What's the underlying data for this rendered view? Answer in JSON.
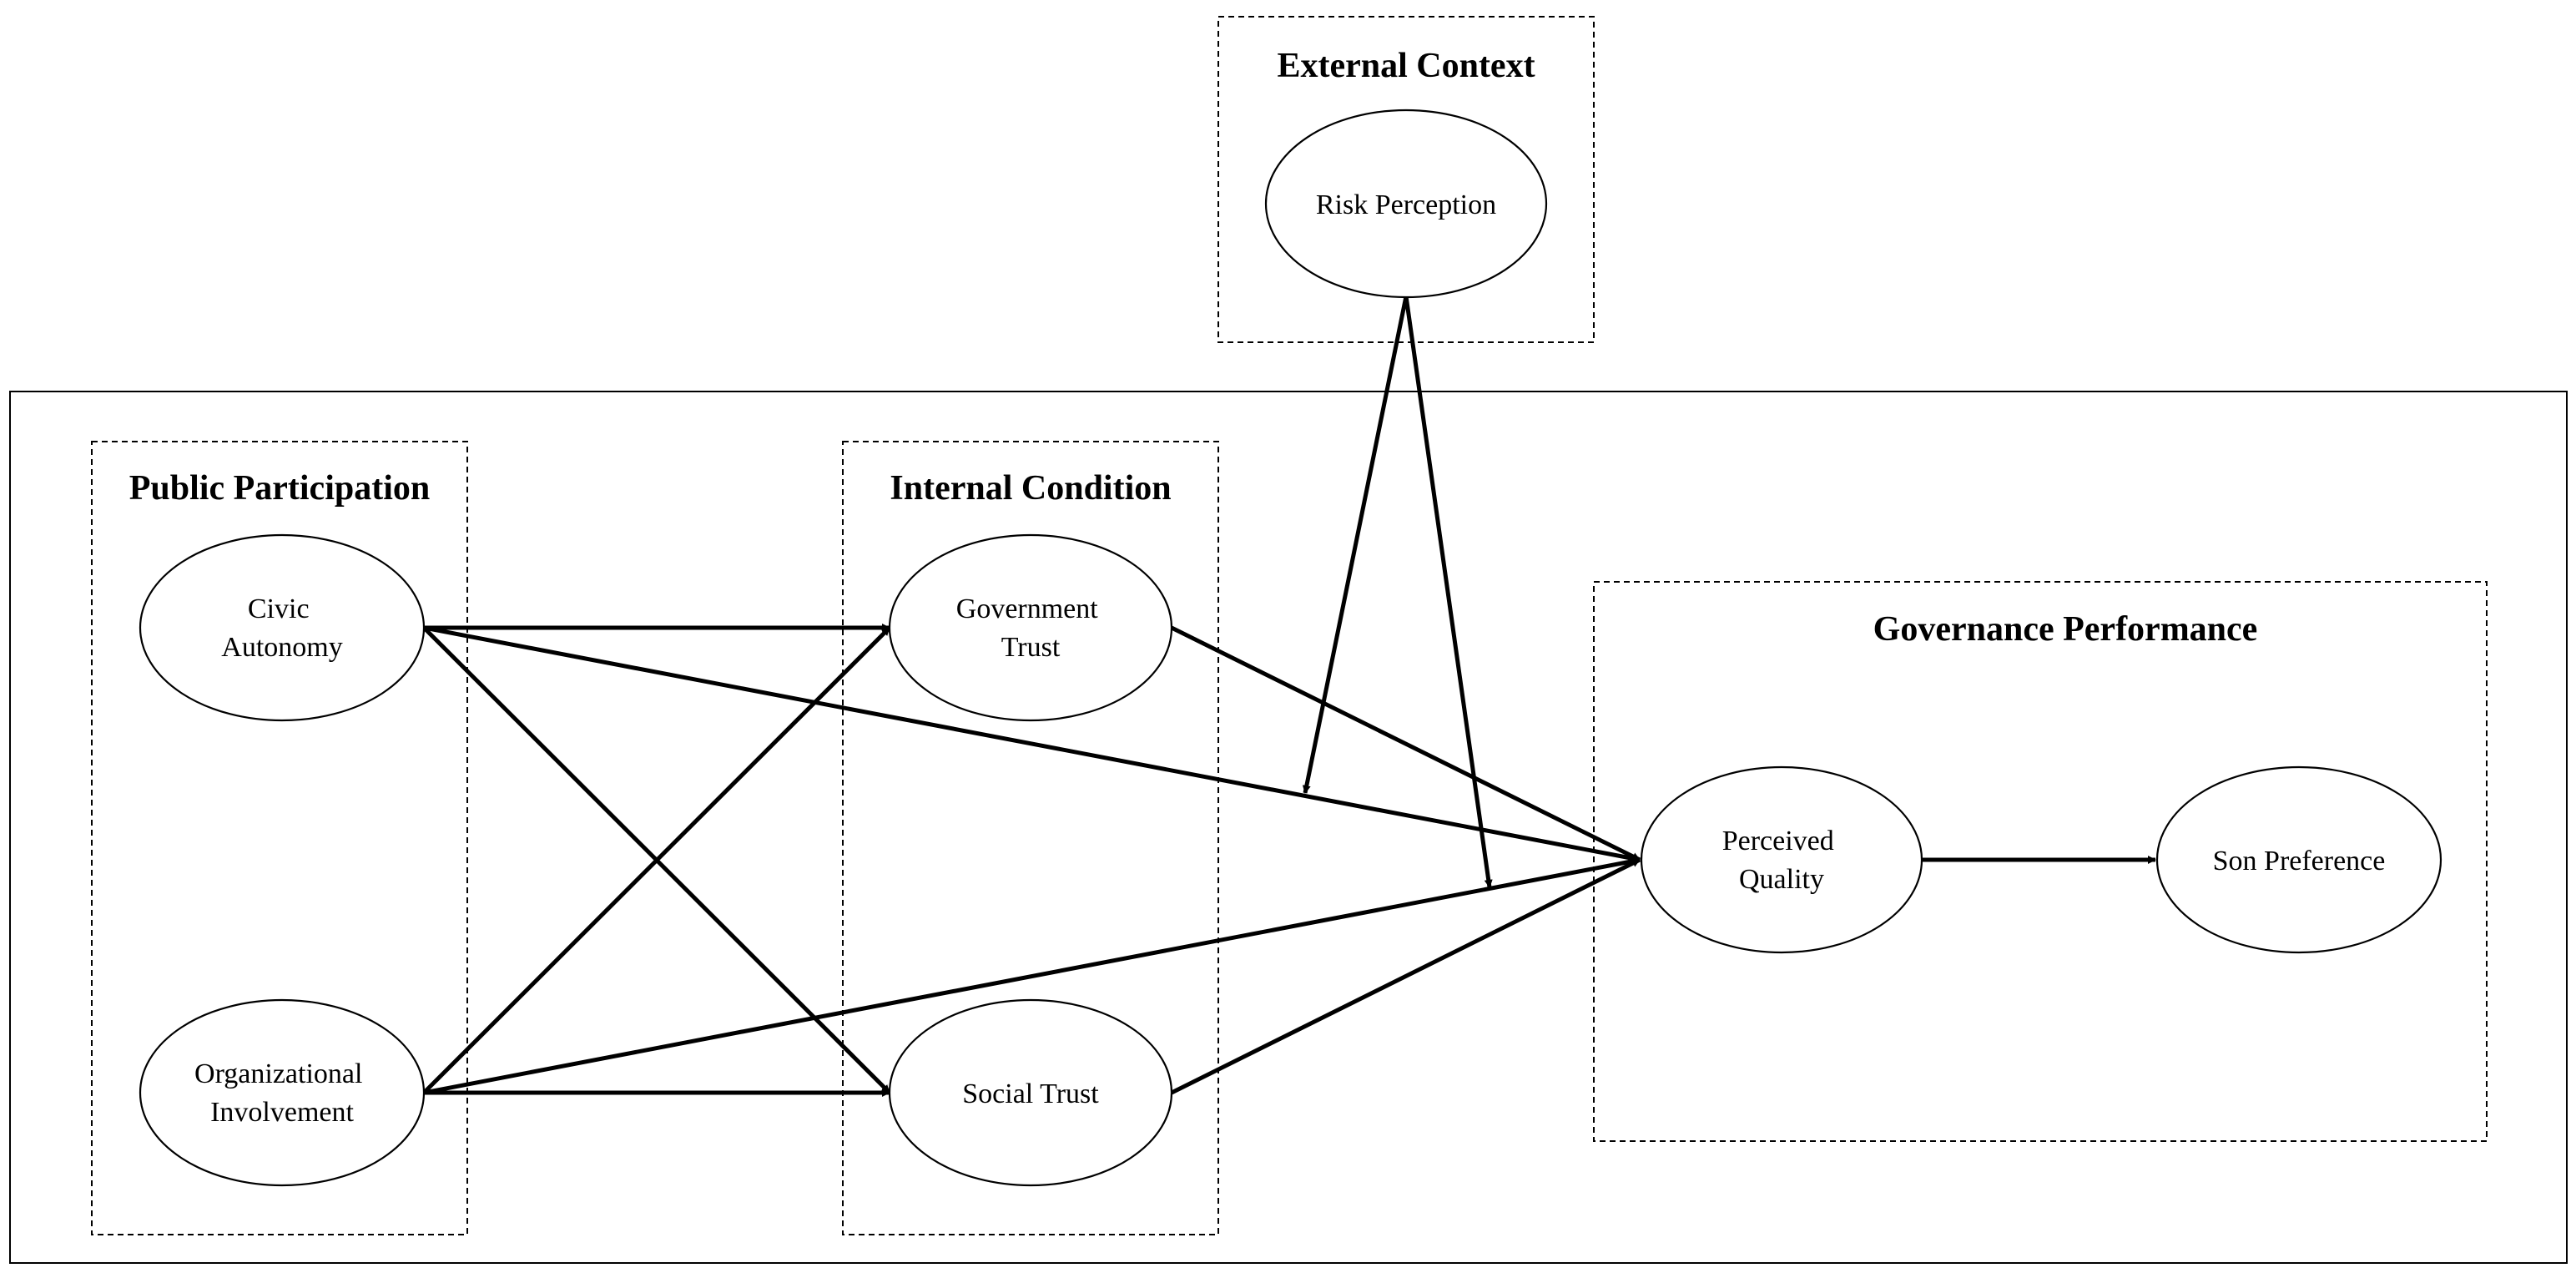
{
  "groups": {
    "external_context": "External Context",
    "public_participation": "Public Participation",
    "internal_condition": "Internal Condition",
    "governance_performance": "Governance Performance"
  },
  "nodes": {
    "risk_perception": [
      "Risk Perception"
    ],
    "civic_autonomy": [
      "Civic",
      "Autonomy"
    ],
    "organizational_involvement": [
      "Organizational",
      "Involvement"
    ],
    "government_trust": [
      "Government",
      "Trust"
    ],
    "social_trust": [
      "Social Trust"
    ],
    "perceived_quality": [
      "Perceived",
      "Quality"
    ],
    "son_preference": [
      "Son Preference"
    ]
  },
  "edges": [
    {
      "from": "civic_autonomy",
      "to": "government_trust"
    },
    {
      "from": "civic_autonomy",
      "to": "social_trust"
    },
    {
      "from": "civic_autonomy",
      "to": "perceived_quality"
    },
    {
      "from": "organizational_involvement",
      "to": "government_trust"
    },
    {
      "from": "organizational_involvement",
      "to": "social_trust"
    },
    {
      "from": "organizational_involvement",
      "to": "perceived_quality"
    },
    {
      "from": "government_trust",
      "to": "perceived_quality"
    },
    {
      "from": "social_trust",
      "to": "perceived_quality"
    },
    {
      "from": "perceived_quality",
      "to": "son_preference"
    },
    {
      "from": "risk_perception",
      "to": "civic_autonomy→perceived_quality",
      "kind": "moderation"
    },
    {
      "from": "risk_perception",
      "to": "organizational_involvement→perceived_quality",
      "kind": "moderation"
    }
  ]
}
